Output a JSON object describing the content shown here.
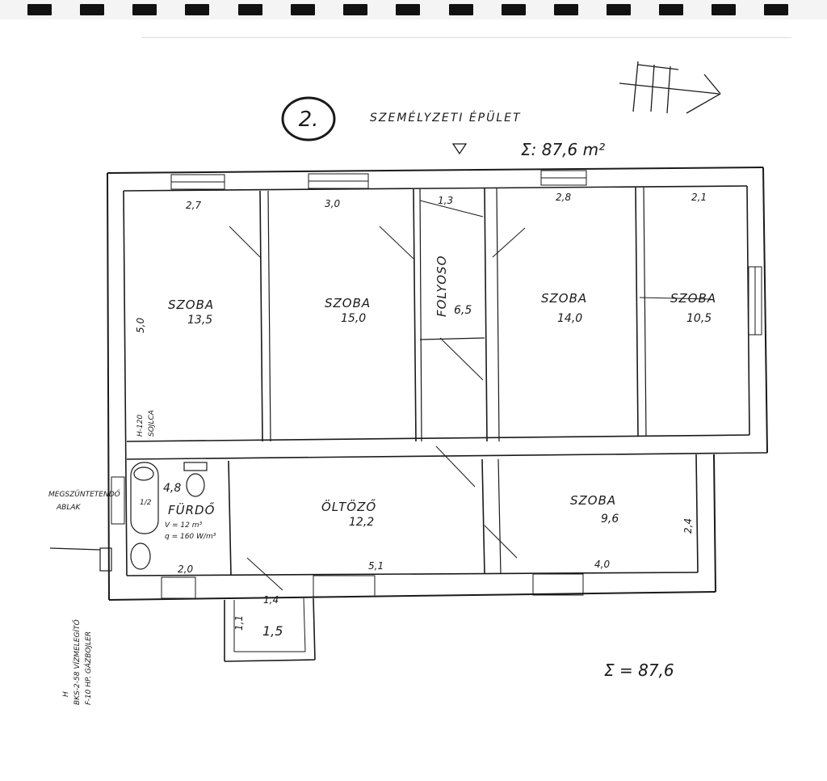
{
  "sheet": {
    "number": "2.",
    "title": "SZEMÉLYZETI ÉPÜLET",
    "total_top": "Σ: 87,6 m²",
    "total_bottom": "Σ = 87,6"
  },
  "rooms": [
    {
      "id": "szoba-1",
      "label": "SZOBA",
      "area": "13,5",
      "width_dim": "2,7"
    },
    {
      "id": "szoba-2",
      "label": "SZOBA",
      "area": "15,0",
      "width_dim": "3,0"
    },
    {
      "id": "folyoso",
      "label": "FOLYOSO",
      "area": "6,5",
      "width_dim": "1,3"
    },
    {
      "id": "szoba-3",
      "label": "SZOBA",
      "area": "14,0",
      "width_dim": "2,8"
    },
    {
      "id": "szoba-4",
      "label": "SZOBA",
      "area": "10,5",
      "width_dim": "2,1"
    },
    {
      "id": "furdo",
      "label": "FÜRDŐ",
      "area": "4,8",
      "width_dim": "2,0"
    },
    {
      "id": "oltozo",
      "label": "ÖLTÖZŐ",
      "area": "12,2",
      "width_dim": "5,1"
    },
    {
      "id": "szoba-5",
      "label": "SZOBA",
      "area": "9,6",
      "width_dim": "4,0",
      "height_dim": "2,4"
    },
    {
      "id": "bejaro",
      "label": "",
      "area": "1,5",
      "width_dim": "1,4",
      "height_dim": "1,1"
    }
  ],
  "dimensions": {
    "depth_left": "5,0"
  },
  "notes": {
    "lintel": "H-120",
    "lintel_2": "SOJLCA",
    "window_note_1": "MEGSZÜNTETENDŐ",
    "window_note_2": "ABLAK",
    "furdo_volume": "V = 12 m³",
    "furdo_heat": "q = 160 W/m³",
    "tub_mark": "1/2",
    "heater_1": "H",
    "heater_2": "BKS-2-58 VÍZMELEGÍTŐ",
    "heater_3": "F-10 HP. GÁZBOJLER"
  },
  "colors": {
    "ink": "#1a1a1a",
    "paper": "#ffffff"
  }
}
